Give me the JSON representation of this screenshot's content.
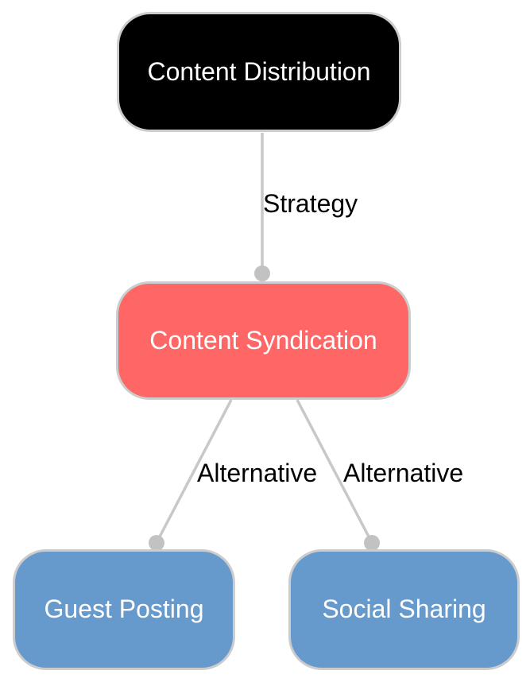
{
  "diagram": {
    "type": "flowchart",
    "background_color": "#ffffff",
    "node_border_color": "#cccccc",
    "edge_line_color": "#c8c8c8",
    "edge_dot_color": "#c2c2c2",
    "edge_label_color": "#000000",
    "nodes": [
      {
        "id": "content-distribution",
        "label": "Content Distribution",
        "fill": "#000000",
        "text_color": "#ffffff"
      },
      {
        "id": "content-syndication",
        "label": "Content Syndication",
        "fill": "#ff6666",
        "text_color": "#ffffff"
      },
      {
        "id": "guest-posting",
        "label": "Guest Posting",
        "fill": "#6699cc",
        "text_color": "#ffffff"
      },
      {
        "id": "social-sharing",
        "label": "Social Sharing",
        "fill": "#6699cc",
        "text_color": "#ffffff"
      }
    ],
    "edges": [
      {
        "from": "content-distribution",
        "to": "content-syndication",
        "label": "Strategy"
      },
      {
        "from": "content-syndication",
        "to": "guest-posting",
        "label": "Alternative"
      },
      {
        "from": "content-syndication",
        "to": "social-sharing",
        "label": "Alternative"
      }
    ]
  }
}
